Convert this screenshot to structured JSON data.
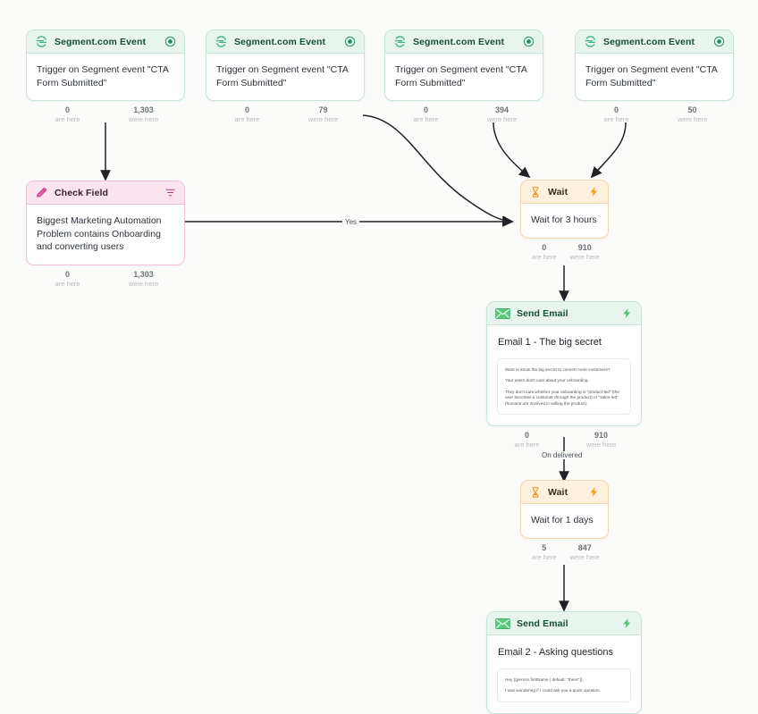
{
  "canvas": {
    "background": "#fbfbfa",
    "stat_labels": {
      "are_here": "are here",
      "were_here": "were here"
    }
  },
  "theme_colors": {
    "green_header": "#e7f5ee",
    "green_border": "#c6e6d6",
    "green_icon": "#3fb37f",
    "pink_header": "#fbe4f0",
    "pink_border": "#f2c2dd",
    "pink_icon": "#e0559b",
    "orange_header": "#fdf0df",
    "orange_border": "#f6d6ab",
    "orange_icon": "#f5a623",
    "wire": "#1f2328"
  },
  "nodes": {
    "trigger1": {
      "type": "segment-event",
      "title": "Segment.com Event",
      "description": "Trigger on Segment event \"CTA Form Submitted\"",
      "are_here": "0",
      "were_here": "1,303"
    },
    "trigger2": {
      "type": "segment-event",
      "title": "Segment.com Event",
      "description": "Trigger on Segment event \"CTA Form Submitted\"",
      "are_here": "0",
      "were_here": "79"
    },
    "trigger3": {
      "type": "segment-event",
      "title": "Segment.com Event",
      "description": "Trigger on Segment event \"CTA Form Submitted\"",
      "are_here": "0",
      "were_here": "394"
    },
    "trigger4": {
      "type": "segment-event",
      "title": "Segment.com Event",
      "description": "Trigger on Segment event \"CTA Form Submitted\"",
      "are_here": "0",
      "were_here": "50"
    },
    "check_field": {
      "type": "check-field",
      "title": "Check Field",
      "description": "Biggest Marketing Automation Problem contains Onboarding and converting users",
      "are_here": "0",
      "were_here": "1,303"
    },
    "wait1": {
      "type": "wait",
      "title": "Wait",
      "description": "Wait for 3 hours",
      "are_here": "0",
      "were_here": "910"
    },
    "email1": {
      "type": "send-email",
      "title": "Send Email",
      "subject": "Email 1 - The big secret",
      "preview": [
        "Want to know the big secret to convert more customers?",
        "Your users don't care about your onboarding.",
        "They don't care whether your onboarding is \"product-led\" (the user becomes a customer through the product) or \"sales-led\" (humans are involved in selling the product)."
      ],
      "are_here": "0",
      "were_here": "910"
    },
    "wait2": {
      "type": "wait",
      "title": "Wait",
      "description": "Wait for 1 days",
      "are_here": "5",
      "were_here": "847"
    },
    "email2": {
      "type": "send-email",
      "title": "Send Email",
      "subject": "Email 2 - Asking questions",
      "preview": [
        "Hey {{person.firstName | default: \"there\"}},",
        "I was wondering if I could ask you a quick question."
      ]
    }
  },
  "edges": {
    "yes_label": "Yes",
    "on_delivered_label": "On delivered"
  }
}
